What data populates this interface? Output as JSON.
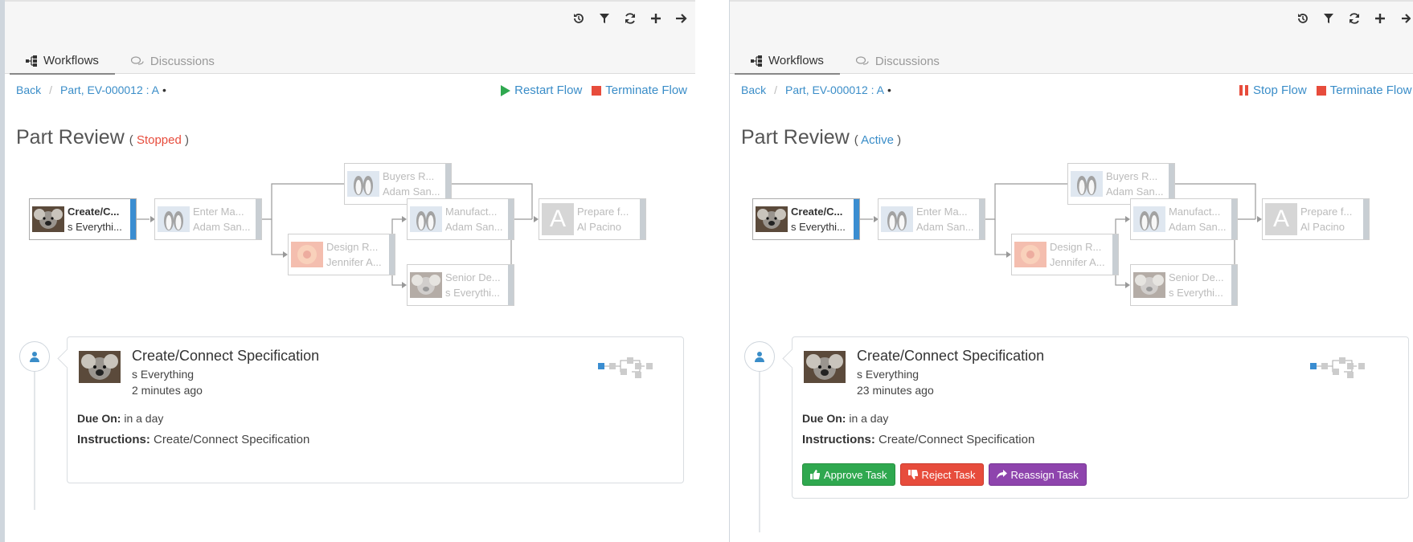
{
  "colors": {
    "accent": "#3a8dc8",
    "stopped": "#e74c3c",
    "current_node": "#3a8dd1",
    "approve": "#2fa84f",
    "reject": "#e74c3c",
    "reassign": "#8e44ad"
  },
  "toolbar_icons": [
    "history-icon",
    "filter-icon",
    "refresh-icon",
    "plus-icon",
    "arrow-right-icon"
  ],
  "tabs": {
    "workflows": "Workflows",
    "discussions": "Discussions"
  },
  "breadcrumb": {
    "back": "Back",
    "sep": "/",
    "item": "Part, EV-000012 : A",
    "dot": "•"
  },
  "left": {
    "actions": {
      "restart": "Restart Flow",
      "terminate": "Terminate Flow"
    },
    "title": "Part Review",
    "status_open": "(",
    "status": "Stopped",
    "status_close": ")",
    "task": {
      "title": "Create/Connect Specification",
      "user": "s Everything",
      "time": "2 minutes ago",
      "due_label": "Due On:",
      "due_value": "in a day",
      "instr_label": "Instructions:",
      "instr_value": "Create/Connect Specification"
    }
  },
  "right": {
    "actions": {
      "stop": "Stop Flow",
      "terminate": "Terminate Flow"
    },
    "title": "Part Review",
    "status_open": "(",
    "status": "Active",
    "status_close": ")",
    "task": {
      "title": "Create/Connect Specification",
      "user": "s Everything",
      "time": "23 minutes ago",
      "due_label": "Due On:",
      "due_value": "in a day",
      "instr_label": "Instructions:",
      "instr_value": "Create/Connect Specification",
      "approve": "Approve Task",
      "reject": "Reject Task",
      "reassign": "Reassign Task"
    }
  },
  "nodes": {
    "create": {
      "line1": "Create/C...",
      "line2": "s Everythi..."
    },
    "enter": {
      "line1": "Enter Ma...",
      "line2": "Adam San..."
    },
    "buyers": {
      "line1": "Buyers R...",
      "line2": "Adam San..."
    },
    "design": {
      "line1": "Design R...",
      "line2": "Jennifer A..."
    },
    "manufact": {
      "line1": "Manufact...",
      "line2": "Adam San..."
    },
    "senior": {
      "line1": "Senior De...",
      "line2": "s Everythi..."
    },
    "prepare": {
      "line1": "Prepare f...",
      "line2": "Al Pacino",
      "letter": "A"
    }
  }
}
